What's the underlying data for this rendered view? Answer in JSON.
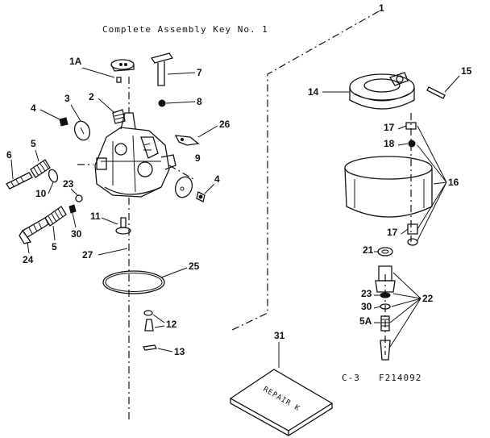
{
  "title": "Complete Assembly Key No. 1",
  "labels": {
    "n1": "1",
    "n1a": "1A",
    "n2": "2",
    "n3": "3",
    "n4a": "4",
    "n4b": "4",
    "n5a": "5",
    "n5b": "5",
    "n5c": "5A",
    "n6": "6",
    "n7": "7",
    "n8": "8",
    "n9": "9",
    "n10": "10",
    "n11": "11",
    "n12": "12",
    "n13": "13",
    "n14": "14",
    "n15": "15",
    "n16": "16",
    "n17a": "17",
    "n17b": "17",
    "n18": "18",
    "n21": "21",
    "n22": "22",
    "n23a": "23",
    "n23b": "23",
    "n24": "24",
    "n25": "25",
    "n26": "26",
    "n27": "27",
    "n30a": "30",
    "n30b": "30",
    "n31": "31"
  },
  "repair_kit_text": "REPAIR K",
  "figure_code_left": "C-3",
  "figure_code_right": "F214092"
}
